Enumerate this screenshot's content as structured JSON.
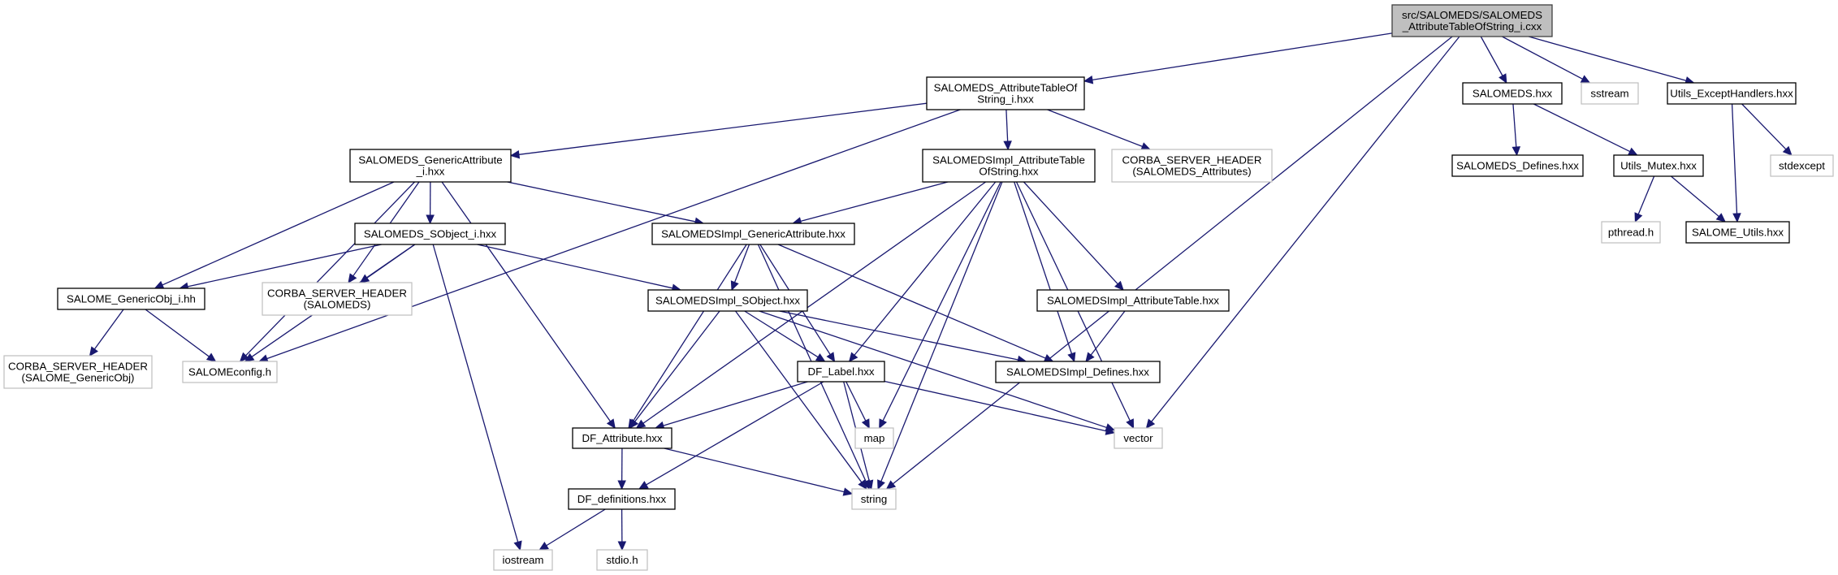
{
  "title": "Include dependency graph for SALOMEDS_AttributeTableOfString_i.cxx",
  "colors": {
    "edge": "#191970",
    "root_fill": "#bfbfbf",
    "node_border": "#000000",
    "external_border": "#bfbfbf"
  },
  "nodes": [
    {
      "id": "root",
      "kind": "root",
      "lines": [
        "src/SALOMEDS/SALOMEDS",
        "_AttributeTableOfString_i.cxx"
      ]
    },
    {
      "id": "attr_tos_i",
      "kind": "file",
      "lines": [
        "SALOMEDS_AttributeTableOf",
        "String_i.hxx"
      ]
    },
    {
      "id": "salomeds_hxx",
      "kind": "file",
      "lines": [
        "SALOMEDS.hxx"
      ]
    },
    {
      "id": "sstream",
      "kind": "ext",
      "lines": [
        "sstream"
      ]
    },
    {
      "id": "utils_except",
      "kind": "file",
      "lines": [
        "Utils_ExceptHandlers.hxx"
      ]
    },
    {
      "id": "generic_attr_i",
      "kind": "file",
      "lines": [
        "SALOMEDS_GenericAttribute",
        "_i.hxx"
      ]
    },
    {
      "id": "impl_attr_tos",
      "kind": "file",
      "lines": [
        "SALOMEDSImpl_AttributeTable",
        "OfString.hxx"
      ]
    },
    {
      "id": "corba_attrs",
      "kind": "ext",
      "lines": [
        "CORBA_SERVER_HEADER",
        "(SALOMEDS_Attributes)"
      ]
    },
    {
      "id": "salomeds_defines",
      "kind": "file",
      "lines": [
        "SALOMEDS_Defines.hxx"
      ]
    },
    {
      "id": "utils_mutex",
      "kind": "file",
      "lines": [
        "Utils_Mutex.hxx"
      ]
    },
    {
      "id": "stdexcept",
      "kind": "ext",
      "lines": [
        "stdexcept"
      ]
    },
    {
      "id": "pthread",
      "kind": "ext",
      "lines": [
        "pthread.h"
      ]
    },
    {
      "id": "salome_utils",
      "kind": "file",
      "lines": [
        "SALOME_Utils.hxx"
      ]
    },
    {
      "id": "sobject_i",
      "kind": "file",
      "lines": [
        "SALOMEDS_SObject_i.hxx"
      ]
    },
    {
      "id": "impl_generic_attr",
      "kind": "file",
      "lines": [
        "SALOMEDSImpl_GenericAttribute.hxx"
      ]
    },
    {
      "id": "generic_obj_i",
      "kind": "file",
      "lines": [
        "SALOME_GenericObj_i.hh"
      ]
    },
    {
      "id": "corba_salomeds",
      "kind": "ext",
      "lines": [
        "CORBA_SERVER_HEADER",
        "(SALOMEDS)"
      ]
    },
    {
      "id": "impl_sobject",
      "kind": "file",
      "lines": [
        "SALOMEDSImpl_SObject.hxx"
      ]
    },
    {
      "id": "impl_attr_table",
      "kind": "file",
      "lines": [
        "SALOMEDSImpl_AttributeTable.hxx"
      ]
    },
    {
      "id": "corba_genericobj",
      "kind": "ext",
      "lines": [
        "CORBA_SERVER_HEADER",
        "(SALOME_GenericObj)"
      ]
    },
    {
      "id": "salomeconfig",
      "kind": "ext",
      "lines": [
        "SALOMEconfig.h"
      ]
    },
    {
      "id": "df_label",
      "kind": "file",
      "lines": [
        "DF_Label.hxx"
      ]
    },
    {
      "id": "impl_defines",
      "kind": "file",
      "lines": [
        "SALOMEDSImpl_Defines.hxx"
      ]
    },
    {
      "id": "df_attribute",
      "kind": "file",
      "lines": [
        "DF_Attribute.hxx"
      ]
    },
    {
      "id": "map",
      "kind": "ext",
      "lines": [
        "map"
      ]
    },
    {
      "id": "vector",
      "kind": "ext",
      "lines": [
        "vector"
      ]
    },
    {
      "id": "df_definitions",
      "kind": "file",
      "lines": [
        "DF_definitions.hxx"
      ]
    },
    {
      "id": "string",
      "kind": "ext",
      "lines": [
        "string"
      ]
    },
    {
      "id": "iostream",
      "kind": "ext",
      "lines": [
        "iostream"
      ]
    },
    {
      "id": "stdio",
      "kind": "ext",
      "lines": [
        "stdio.h"
      ]
    }
  ],
  "edges": [
    [
      "root",
      "attr_tos_i"
    ],
    [
      "root",
      "salomeds_hxx"
    ],
    [
      "root",
      "sstream"
    ],
    [
      "root",
      "utils_except"
    ],
    [
      "root",
      "vector"
    ],
    [
      "root",
      "string"
    ],
    [
      "attr_tos_i",
      "generic_attr_i"
    ],
    [
      "attr_tos_i",
      "impl_attr_tos"
    ],
    [
      "attr_tos_i",
      "corba_attrs"
    ],
    [
      "attr_tos_i",
      "salomeconfig"
    ],
    [
      "salomeds_hxx",
      "salomeds_defines"
    ],
    [
      "salomeds_hxx",
      "utils_mutex"
    ],
    [
      "utils_except",
      "stdexcept"
    ],
    [
      "utils_except",
      "salome_utils"
    ],
    [
      "utils_mutex",
      "pthread"
    ],
    [
      "utils_mutex",
      "salome_utils"
    ],
    [
      "generic_attr_i",
      "sobject_i"
    ],
    [
      "generic_attr_i",
      "impl_generic_attr"
    ],
    [
      "generic_attr_i",
      "generic_obj_i"
    ],
    [
      "generic_attr_i",
      "corba_salomeds"
    ],
    [
      "generic_attr_i",
      "salomeconfig"
    ],
    [
      "generic_attr_i",
      "df_attribute"
    ],
    [
      "impl_attr_tos",
      "impl_generic_attr"
    ],
    [
      "impl_attr_tos",
      "impl_attr_table"
    ],
    [
      "impl_attr_tos",
      "df_label"
    ],
    [
      "impl_attr_tos",
      "impl_defines"
    ],
    [
      "impl_attr_tos",
      "df_attribute"
    ],
    [
      "impl_attr_tos",
      "map"
    ],
    [
      "impl_attr_tos",
      "vector"
    ],
    [
      "impl_attr_tos",
      "string"
    ],
    [
      "sobject_i",
      "generic_obj_i"
    ],
    [
      "sobject_i",
      "corba_salomeds"
    ],
    [
      "sobject_i",
      "salomeconfig"
    ],
    [
      "sobject_i",
      "impl_sobject"
    ],
    [
      "sobject_i",
      "iostream"
    ],
    [
      "impl_generic_attr",
      "impl_sobject"
    ],
    [
      "impl_generic_attr",
      "df_label"
    ],
    [
      "impl_generic_attr",
      "df_attribute"
    ],
    [
      "impl_generic_attr",
      "impl_defines"
    ],
    [
      "impl_generic_attr",
      "string"
    ],
    [
      "generic_obj_i",
      "corba_genericobj"
    ],
    [
      "generic_obj_i",
      "salomeconfig"
    ],
    [
      "impl_sobject",
      "df_label"
    ],
    [
      "impl_sobject",
      "df_attribute"
    ],
    [
      "impl_sobject",
      "impl_defines"
    ],
    [
      "impl_sobject",
      "string"
    ],
    [
      "impl_sobject",
      "vector"
    ],
    [
      "impl_attr_table",
      "impl_defines"
    ],
    [
      "df_label",
      "df_attribute"
    ],
    [
      "df_label",
      "df_definitions"
    ],
    [
      "df_label",
      "map"
    ],
    [
      "df_label",
      "string"
    ],
    [
      "df_label",
      "vector"
    ],
    [
      "df_attribute",
      "df_definitions"
    ],
    [
      "df_attribute",
      "string"
    ],
    [
      "df_definitions",
      "iostream"
    ],
    [
      "df_definitions",
      "stdio"
    ]
  ]
}
